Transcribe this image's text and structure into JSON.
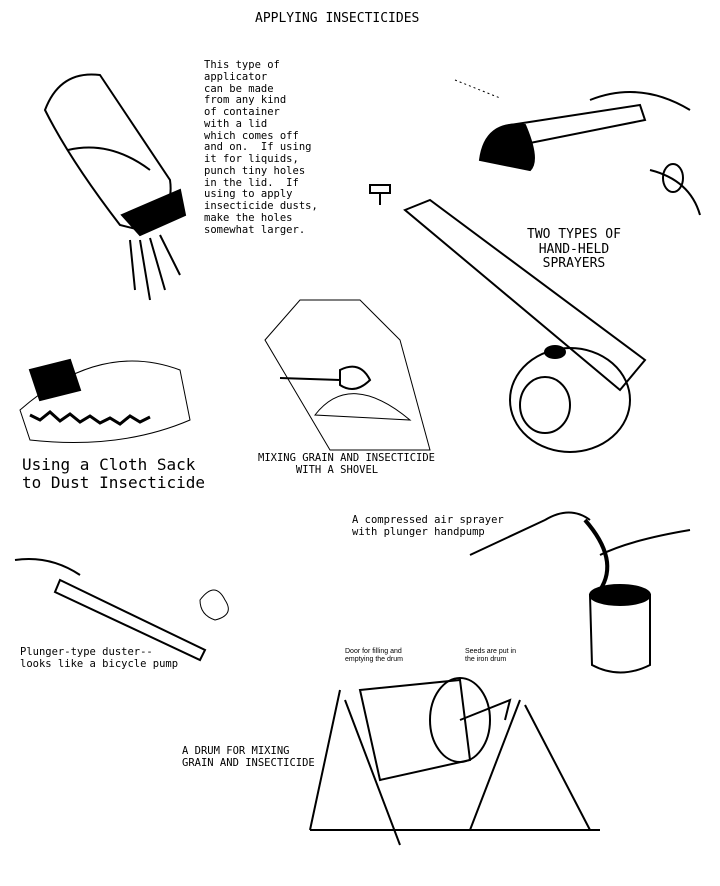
{
  "title": "APPLYING INSECTICIDES",
  "captions": {
    "applicator": "This type of\napplicator\ncan be made\nfrom any kind\nof container\nwith a lid\nwhich comes off\nand on.  If using\nit for liquids,\npunch tiny holes\nin the lid.  If\nusing to apply\ninsecticide dusts,\nmake the holes\nsomewhat larger.",
    "sprayers": "TWO TYPES OF\nHAND-HELD\nSPRAYERS",
    "cloth_sack": "Using a Cloth Sack\nto Dust Insecticide",
    "shovel": "MIXING GRAIN AND INSECTICIDE\n      WITH A SHOVEL",
    "compressed": "A compressed air sprayer\nwith plunger handpump",
    "plunger": "Plunger-type duster--\nlooks like a bicycle pump",
    "drum_door": "Door for filling and\nemptying the drum",
    "drum_seeds": "Seeds are put in\nthe iron drum",
    "drum": "A DRUM FOR MIXING\nGRAIN AND INSECTICIDE"
  }
}
